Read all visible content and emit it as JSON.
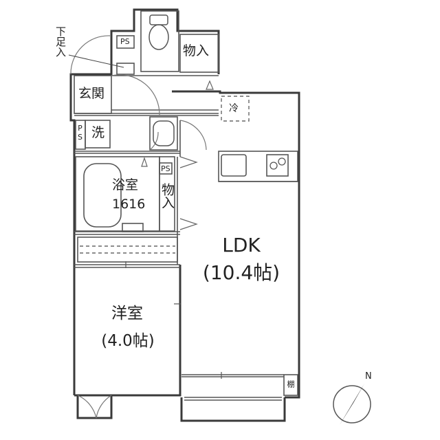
{
  "rooms": {
    "ldk": {
      "name": "LDK",
      "size": "(10.4帖)"
    },
    "western": {
      "name": "洋室",
      "size": "(4.0帖)"
    },
    "bath": {
      "name": "浴室",
      "size": "1616"
    },
    "entrance": {
      "name": "玄関"
    },
    "wash": {
      "name": "洗"
    },
    "closet_bath": {
      "name": "物入"
    },
    "closet_top": {
      "name": "物入"
    }
  },
  "fixtures": {
    "ps_top": "PS",
    "ps_left": "PS",
    "ps_bath": "PS",
    "fridge": "冷",
    "shelf": "棚",
    "shoe_box": "下足入"
  },
  "compass": {
    "label": "N"
  }
}
